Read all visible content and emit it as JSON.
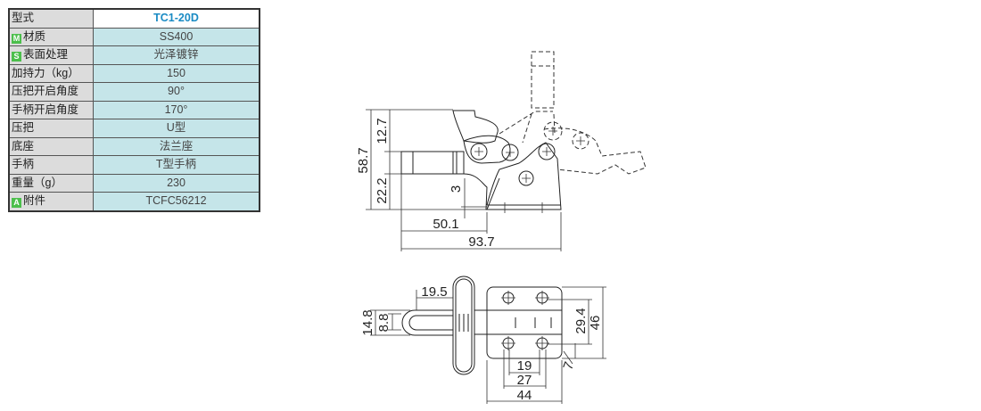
{
  "spec_table": {
    "rows": [
      {
        "label": "型式",
        "value": "TC1-20D"
      },
      {
        "badge": "M",
        "label": "材质",
        "value": "SS400"
      },
      {
        "badge": "S",
        "label": "表面处理",
        "value": "光泽镀锌"
      },
      {
        "label": "加持力（kg）",
        "value": "150"
      },
      {
        "label": "压把开启角度",
        "value": "90°"
      },
      {
        "label": "手柄开启角度",
        "value": "170°"
      },
      {
        "label": "压把",
        "value": "U型"
      },
      {
        "label": "底座",
        "value": "法兰座"
      },
      {
        "label": "手柄",
        "value": "T型手柄"
      },
      {
        "label": "重量（g）",
        "value": "230"
      },
      {
        "badge": "A",
        "label": "附件",
        "value": "TCFC56212"
      }
    ]
  },
  "side_view": {
    "dims": {
      "overall_height": "58.7",
      "upper_height": "12.7",
      "lower_height": "22.2",
      "base_thickness": "3",
      "spindle_to_base": "50.1",
      "overall_length": "93.7"
    }
  },
  "top_view": {
    "dims": {
      "spindle_length": "19.5",
      "spindle_width": "14.8",
      "slot_width": "8.8",
      "hole_pitch_y": "29.4",
      "plate_width": "46",
      "hole_pitch_x": "19",
      "hole_span": "27",
      "plate_length": "44",
      "slot_dia": "7"
    }
  }
}
